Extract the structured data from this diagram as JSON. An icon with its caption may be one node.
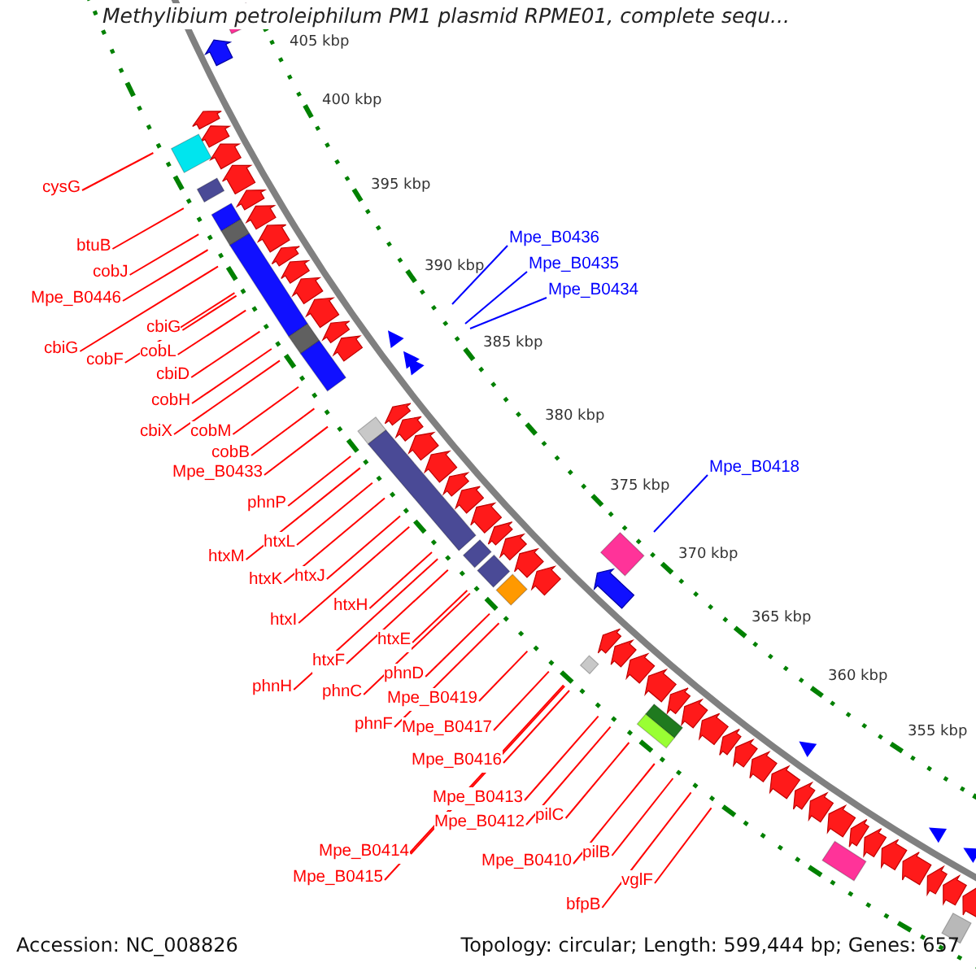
{
  "diagram": {
    "title": "Methylibium petroleiphilum PM1 plasmid RPME01, complete sequ...",
    "nodes": [
      {
        "text": [
          "cysG"
        ]
      },
      {
        "text": [
          "Mpe_B0436"
        ]
      },
      {
        "text": [
          "btuB"
        ]
      },
      {
        "text": [
          "Mpe_B0435"
        ]
      },
      {
        "text": [
          "cobJ"
        ]
      },
      {
        "text": [
          "Mpe_B0434"
        ]
      },
      {
        "text": [
          "Mpe_B0446"
        ]
      },
      {
        "text": [
          "cbiG"
        ]
      },
      {
        "text": [
          "cbiG"
        ]
      },
      {
        "text": [
          "cobL"
        ]
      },
      {
        "text": [
          "cobF"
        ]
      },
      {
        "text": [
          "cbiD"
        ]
      },
      {
        "text": [
          "cobH"
        ]
      },
      {
        "text": [
          "cbiX"
        ]
      },
      {
        "text": [
          "cobM"
        ]
      },
      {
        "text": [
          "cobB"
        ]
      },
      {
        "text": [
          "Mpe_B0418"
        ]
      },
      {
        "text": [
          "Mpe_B0433"
        ]
      },
      {
        "text": [
          "phnP"
        ]
      },
      {
        "text": [
          "htxL"
        ]
      },
      {
        "text": [
          "htxM"
        ]
      },
      {
        "text": [
          "htxJ"
        ]
      },
      {
        "text": [
          "htxK"
        ]
      },
      {
        "text": [
          "htxH"
        ]
      },
      {
        "text": [
          "htxI"
        ]
      },
      {
        "text": [
          "htxE"
        ]
      },
      {
        "text": [
          "htxF"
        ]
      },
      {
        "text": [
          "phnD"
        ]
      },
      {
        "text": [
          "phnH"
        ]
      },
      {
        "text": [
          "phnC"
        ]
      },
      {
        "text": [
          "Mpe_B0419"
        ]
      },
      {
        "text": [
          "phnF"
        ]
      },
      {
        "text": [
          "Mpe_B0417"
        ]
      },
      {
        "text": [
          "Mpe_B0416"
        ]
      },
      {
        "text": [
          "Mpe_B0413"
        ]
      },
      {
        "text": [
          "pilC"
        ]
      },
      {
        "text": [
          "Mpe_B0412"
        ]
      },
      {
        "text": [
          "Mpe_B0414"
        ]
      },
      {
        "text": [
          "pilB"
        ]
      },
      {
        "text": [
          "Mpe_B0410"
        ]
      },
      {
        "text": [
          "Mpe_B0415"
        ]
      },
      {
        "text": [
          "vglF"
        ]
      },
      {
        "text": [
          "bfpB"
        ]
      }
    ],
    "edges": [
      {
        "from": 0,
        "to": null,
        "arrow": "none"
      },
      {
        "from": 1,
        "to": null,
        "arrow": "none",
        "color": "#0000ff"
      },
      {
        "from": 2,
        "to": null,
        "arrow": "none"
      },
      {
        "from": 3,
        "to": null,
        "arrow": "none",
        "color": "#0000ff"
      },
      {
        "from": 4,
        "to": null,
        "arrow": "none"
      },
      {
        "from": 5,
        "to": null,
        "arrow": "none",
        "color": "#0000ff"
      },
      {
        "from": 6,
        "to": null,
        "arrow": "none"
      },
      {
        "from": 7,
        "to": null,
        "arrow": "none"
      },
      {
        "from": 8,
        "to": null,
        "arrow": "none"
      },
      {
        "from": 9,
        "to": null,
        "arrow": "none"
      },
      {
        "from": 10,
        "to": null,
        "arrow": "none"
      },
      {
        "from": 11,
        "to": null,
        "arrow": "none"
      },
      {
        "from": 12,
        "to": null,
        "arrow": "none"
      },
      {
        "from": 13,
        "to": null,
        "arrow": "none"
      },
      {
        "from": 14,
        "to": null,
        "arrow": "none"
      },
      {
        "from": 15,
        "to": null,
        "arrow": "none"
      },
      {
        "from": 16,
        "to": null,
        "arrow": "none",
        "color": "#0000ff"
      },
      {
        "from": 17,
        "to": null,
        "arrow": "none"
      },
      {
        "from": 18,
        "to": null,
        "arrow": "none"
      },
      {
        "from": 19,
        "to": null,
        "arrow": "none"
      },
      {
        "from": 20,
        "to": null,
        "arrow": "none"
      },
      {
        "from": 21,
        "to": null,
        "arrow": "none"
      },
      {
        "from": 22,
        "to": null,
        "arrow": "none"
      },
      {
        "from": 23,
        "to": null,
        "arrow": "none"
      },
      {
        "from": 24,
        "to": null,
        "arrow": "none"
      },
      {
        "from": 25,
        "to": null,
        "arrow": "none"
      },
      {
        "from": 26,
        "to": null,
        "arrow": "none"
      },
      {
        "from": 27,
        "to": null,
        "arrow": "none"
      },
      {
        "from": 28,
        "to": null,
        "arrow": "none"
      },
      {
        "from": 29,
        "to": null,
        "arrow": "none"
      },
      {
        "from": 30,
        "to": null,
        "arrow": "none"
      },
      {
        "from": 31,
        "to": null,
        "arrow": "none"
      },
      {
        "from": 32,
        "to": null,
        "arrow": "none"
      },
      {
        "from": 33,
        "to": null,
        "arrow": "none"
      },
      {
        "from": 34,
        "to": null,
        "arrow": "none"
      },
      {
        "from": 35,
        "to": null,
        "arrow": "none"
      },
      {
        "from": 36,
        "to": null,
        "arrow": "none"
      },
      {
        "from": 37,
        "to": null,
        "arrow": "none"
      },
      {
        "from": 38,
        "to": null,
        "arrow": "none"
      },
      {
        "from": 39,
        "to": null,
        "arrow": "none"
      },
      {
        "from": 40,
        "to": null,
        "arrow": "none"
      },
      {
        "from": 41,
        "to": null,
        "arrow": "none"
      },
      {
        "from": 42,
        "to": null,
        "arrow": "none"
      }
    ],
    "labels": [
      "405 kbp",
      "400 kbp",
      "395 kbp",
      "390 kbp",
      "385 kbp",
      "380 kbp",
      "375 kbp",
      "370 kbp",
      "365 kbp",
      "360 kbp",
      "355 kbp",
      "Accession: NC_008826",
      "Topology: circular; Length: 599,444 bp; Genes: 657"
    ]
  }
}
